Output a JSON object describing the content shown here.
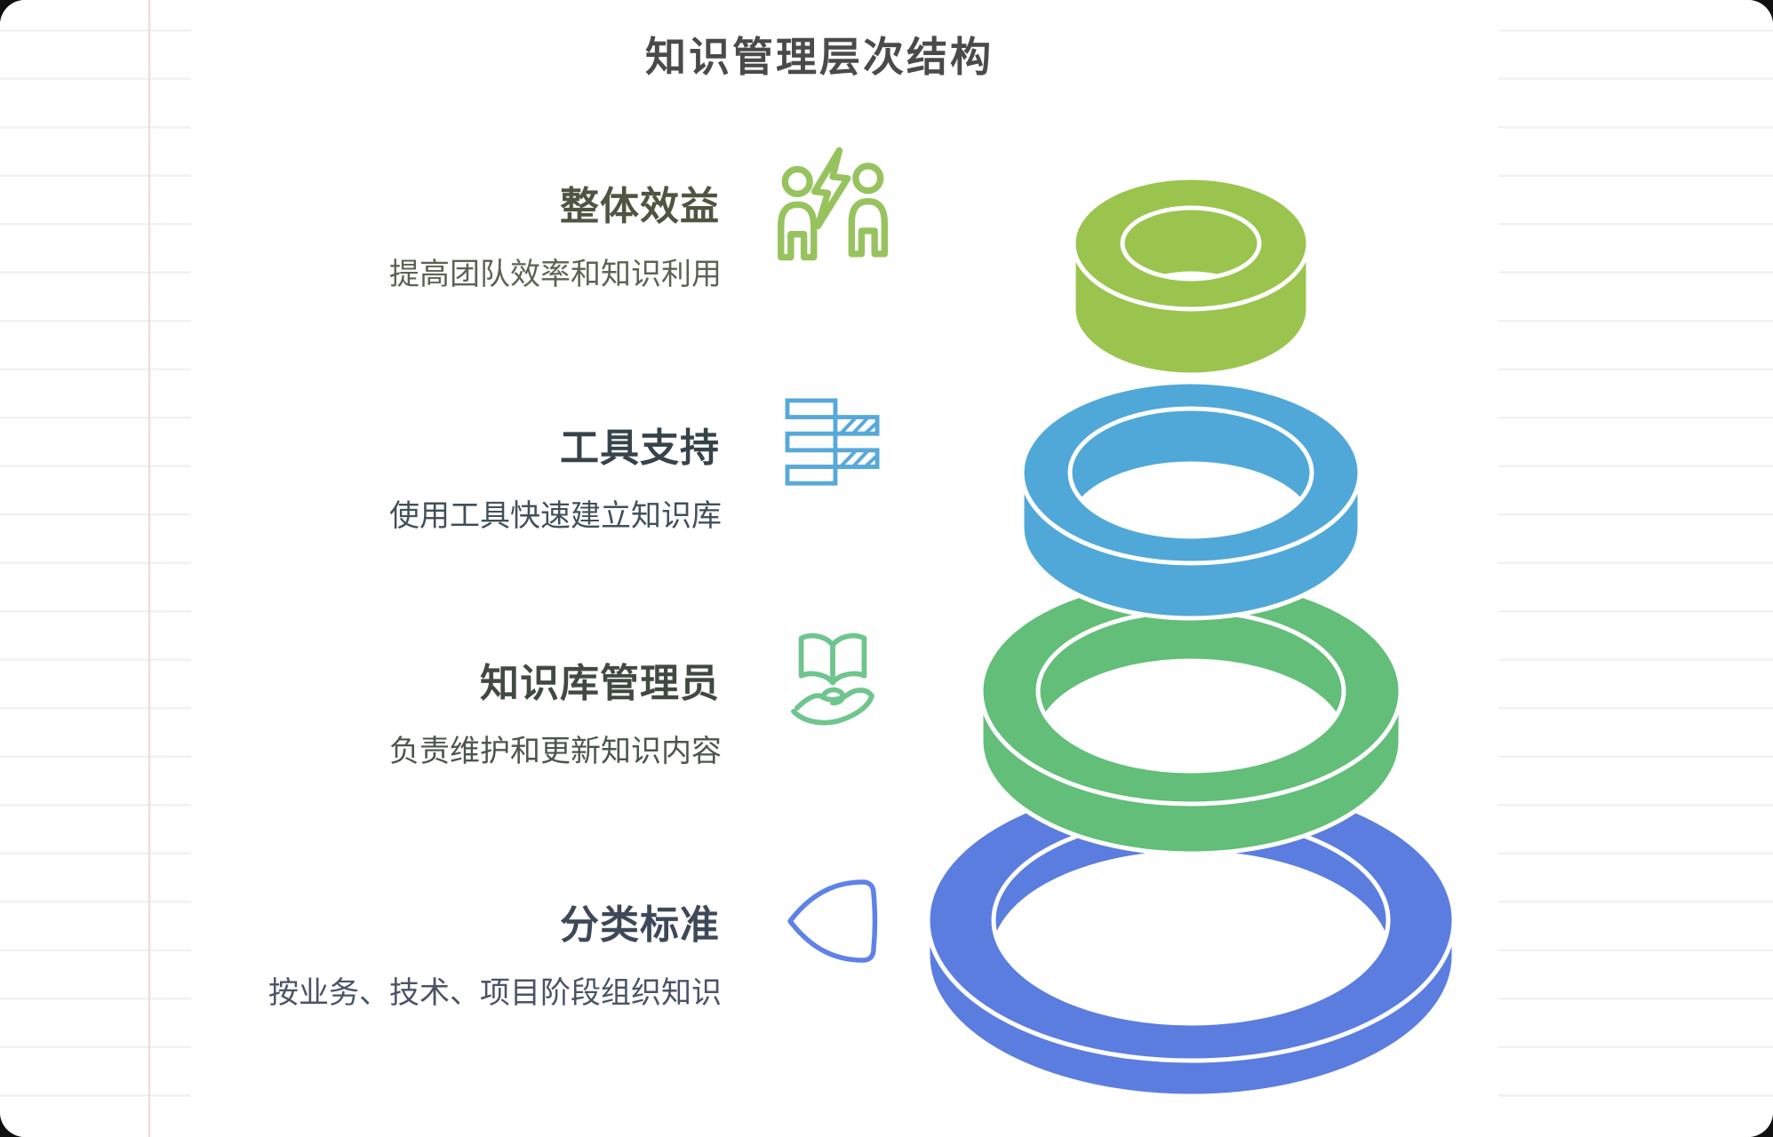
{
  "title": "知识管理层次结构",
  "colors": {
    "title": "#4a4a4a",
    "card_bg": "#ffffff",
    "ruled_line": "#f2f2f3",
    "pink_rule": "#f6d8d3"
  },
  "sections": [
    {
      "label": "整体效益",
      "description": "提高团队效率和知识利用",
      "icon": "people-lightning-icon",
      "icon_color": "#97c35f",
      "label_color": "#4f5540",
      "desc_color": "#5c6351"
    },
    {
      "label": "工具支持",
      "description": "使用工具快速建立知识库",
      "icon": "gantt-bars-icon",
      "icon_color": "#58a9da",
      "label_color": "#37434b",
      "desc_color": "#41505a"
    },
    {
      "label": "知识库管理员",
      "description": "负责维护和更新知识内容",
      "icon": "book-hand-icon",
      "icon_color": "#6ec58d",
      "label_color": "#414a40",
      "desc_color": "#4a564c"
    },
    {
      "label": "分类标准",
      "description": "按业务、技术、项目阶段组织知识",
      "icon": "shield-icon",
      "icon_color": "#5f82e8",
      "label_color": "#3e4859",
      "desc_color": "#4a5366"
    }
  ],
  "pyramid": {
    "rings": [
      {
        "name": "level-1-top",
        "color": "#9ac44d"
      },
      {
        "name": "level-2",
        "color": "#50a8d8"
      },
      {
        "name": "level-3",
        "color": "#62be78"
      },
      {
        "name": "level-4-bottom",
        "color": "#5b7de0"
      }
    ]
  }
}
